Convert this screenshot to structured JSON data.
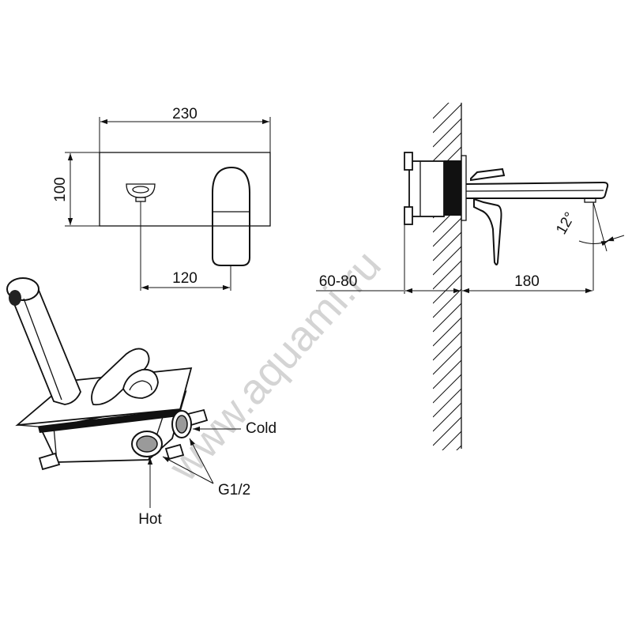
{
  "dimensions": {
    "width_230": "230",
    "height_100": "100",
    "offset_120": "120",
    "depth_60_80": "60-80",
    "spout_180": "180",
    "angle_12": "12°"
  },
  "callouts": {
    "cold": "Cold",
    "hot": "Hot",
    "thread": "G1/2"
  },
  "watermark": "www.aquami.ru",
  "colors": {
    "line": "#111111",
    "background": "#ffffff",
    "watermark": "#d4d4d4"
  }
}
